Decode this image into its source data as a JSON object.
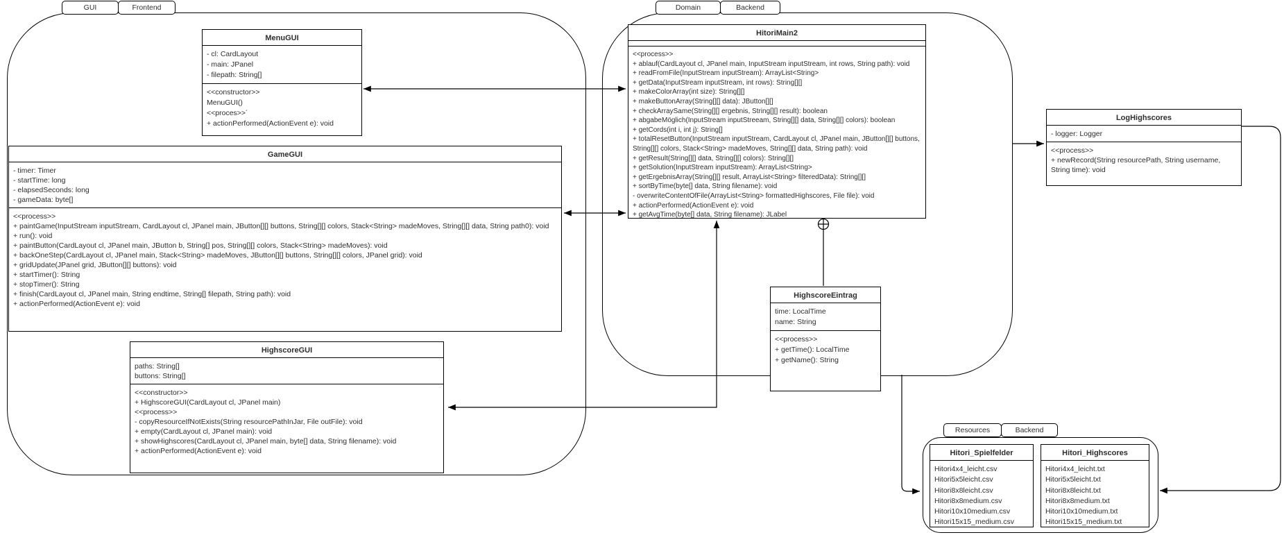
{
  "packages": {
    "gui_frontend": {
      "tab1": "GUI",
      "tab2": "Frontend"
    },
    "domain_backend": {
      "tab1": "Domain",
      "tab2": "Backend"
    },
    "resources_backend": {
      "tab1": "Resources",
      "tab2": "Backend"
    }
  },
  "classes": {
    "MenuGUI": {
      "title": "MenuGUI",
      "attributes": [
        "- cl: CardLayout",
        "- main: JPanel",
        "- filepath: String[]"
      ],
      "methods": [
        "<<constructor>>",
        "MenuGUI()",
        "<<proces>>´",
        "+ actionPerformed(ActionEvent e): void"
      ]
    },
    "GameGUI": {
      "title": "GameGUI",
      "attributes": [
        "- timer: Timer",
        "- startTime: long",
        "- elapsedSeconds: long",
        "- gameData: byte[]"
      ],
      "methods": [
        "<<process>>",
        "+ paintGame(InputStream inputStream, CardLayout cl, JPanel main, JButton[][] buttons, String[][] colors, Stack<String> madeMoves, String[][] data, String path0): void",
        "+ run(): void",
        "+ paintButton(CardLayout cl, JPanel main, JButton b, String[] pos, String[][] colors, Stack<String> madeMoves): void",
        "+ backOneStep(CardLayout cl, JPanel main, Stack<String> madeMoves, JButton[][] buttons, String[][] colors, JPanel grid): void",
        "+ gridUpdate(JPanel grid, JButton[][] buttons): void",
        "+ startTimer(): String",
        "+ stopTimer(): String",
        "+ finish(CardLayout cl, JPanel main, String endtime, String[] filepath, String path): void",
        "+ actionPerformed(ActionEvent e): void"
      ]
    },
    "HighscoreGUI": {
      "title": "HighscoreGUI",
      "attributes": [
        "paths: String[]",
        "buttons: String[]"
      ],
      "methods": [
        "<<constructor>>",
        "+ HighscoreGUI(CardLayout cl, JPanel main)",
        "<<process>>",
        "- copyResourceIfNotExists(String resourcePathInJar, File outFile): void",
        "+ empty(CardLayout cl, JPanel main): void",
        "+ showHighscores(CardLayout cl, JPanel main, byte[] data, String filename): void",
        "+ actionPerformed(ActionEvent e): void"
      ]
    },
    "HitoriMain2": {
      "title": "HitoriMain2",
      "attributes": [],
      "methods": [
        "<<process>>",
        "+ ablauf(CardLayout cl, JPanel main, InputStream inputStream, int rows, String path): void",
        "+ readFromFile(InputStream inputStream): ArrayList<String>",
        "+ getData(InputStream inputStream, int rows): String[][]",
        "+ makeColorArray(int size): String[][]",
        "+ makeButtonArray(String[][] data): JButton[][]",
        "+ checkArraySame(String[][] ergebnis, String[][] result): boolean",
        "+ abgabeMöglich(InputStream inputStreeam, String[][] data, String[][] colors): boolean",
        "+ getCords(int i, int j): String[]",
        "+ totalResetButton(InputStream inputStream, CardLayout cl, JPanel main, JButton[][] buttons, String[][] colors, Stack<String> madeMoves, String[][] data, String path): void",
        "+ getResult(String[][] data, String[][] colors): String[][]",
        "+ getSolution(InputStream inputStream): ArrayList<String>",
        "+ getErgebnisArray(String[][] result, ArrayList<String> filteredData): String[][]",
        "+ sortByTime(byte[] data, String filename): void",
        "- overwriteContentOfFile(ArrayList<String> formattedHighscores, File file): void",
        "+ actionPerformed(ActionEvent e): void",
        "+ getAvgTime(byte[] data, String filename): JLabel"
      ]
    },
    "LogHighscores": {
      "title": "LogHighscores",
      "attributes": [
        "- logger: Logger"
      ],
      "methods": [
        "<<process>>",
        "+ newRecord(String resourcePath, String username, String time): void"
      ]
    },
    "HighscoreEintrag": {
      "title": "HighscoreEintrag",
      "attributes": [
        "time: LocalTime",
        "name: String"
      ],
      "methods": [
        "<<process>>",
        "+ getTime(): LocalTime",
        "+ getName(): String"
      ]
    },
    "Hitori_Spielfelder": {
      "title": "Hitori_Spielfelder",
      "files": [
        "Hitori4x4_leicht.csv",
        "Hitori5x5leicht.csv",
        "Hitori8x8leicht.csv",
        "Hitori8x8medium.csv",
        "Hitori10x10medium.csv",
        "Hitori15x15_medium.csv"
      ]
    },
    "Hitori_Highscores": {
      "title": "Hitori_Highscores",
      "files": [
        "Hitori4x4_leicht.txt",
        "Hitori5x5leicht.txt",
        "Hitori8x8leicht.txt",
        "Hitori8x8medium.txt",
        "Hitori10x10medium.txt",
        "Hitori15x15_medium.txt"
      ]
    }
  },
  "colors": {
    "stroke": "#000000",
    "text": "#2e2e2e",
    "background": "#ffffff"
  }
}
